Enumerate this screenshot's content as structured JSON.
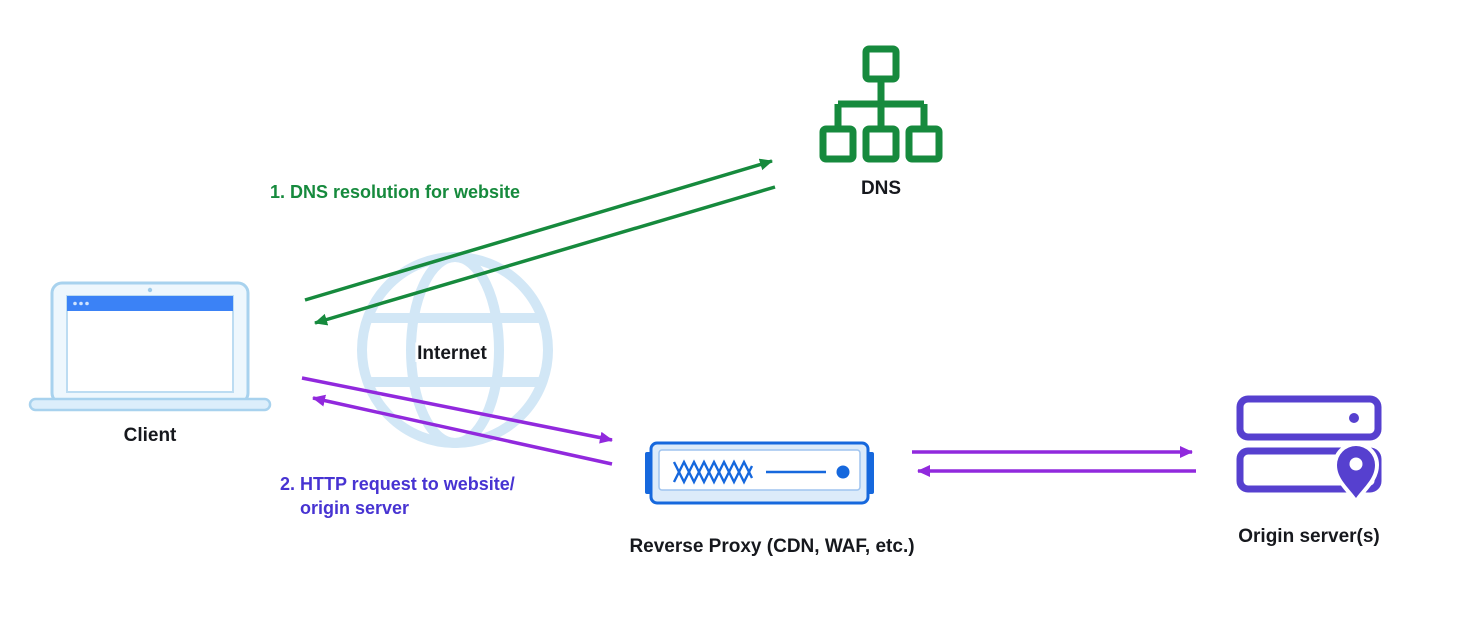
{
  "diagram": {
    "type": "network-flow",
    "nodes": {
      "dns": {
        "label": "DNS"
      },
      "client": {
        "label": "Client"
      },
      "internet": {
        "label": "Internet"
      },
      "reverse_proxy": {
        "label": "Reverse Proxy (CDN, WAF, etc.)"
      },
      "origin": {
        "label": "Origin server(s)"
      }
    },
    "steps": {
      "step1": {
        "label": "1. DNS resolution for website"
      },
      "step2": {
        "line1": "2. HTTP request to website/",
        "line2": "origin server"
      }
    },
    "colors": {
      "dns_green": "#168a3d",
      "arrow_purple": "#9129dd",
      "step2_indigo": "#4733d2",
      "origin_purple": "#5640cf",
      "proxy_blue": "#1668dd",
      "client_light_blue": "#a8d2ee",
      "globe_light_blue": "#d2e7f6",
      "label_dark": "#16181d"
    },
    "edges": [
      {
        "from": "client",
        "to": "dns",
        "color": "green"
      },
      {
        "from": "dns",
        "to": "client",
        "color": "green"
      },
      {
        "from": "client",
        "to": "reverse_proxy",
        "color": "purple"
      },
      {
        "from": "reverse_proxy",
        "to": "client",
        "color": "purple"
      },
      {
        "from": "reverse_proxy",
        "to": "origin",
        "color": "purple"
      },
      {
        "from": "origin",
        "to": "reverse_proxy",
        "color": "purple"
      }
    ]
  }
}
